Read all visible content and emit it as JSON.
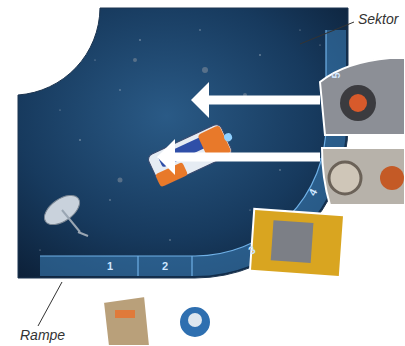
{
  "diagram": {
    "labels": [
      "Sektor",
      "Rampe",
      "1",
      "2",
      "3",
      "4",
      "5"
    ]
  }
}
